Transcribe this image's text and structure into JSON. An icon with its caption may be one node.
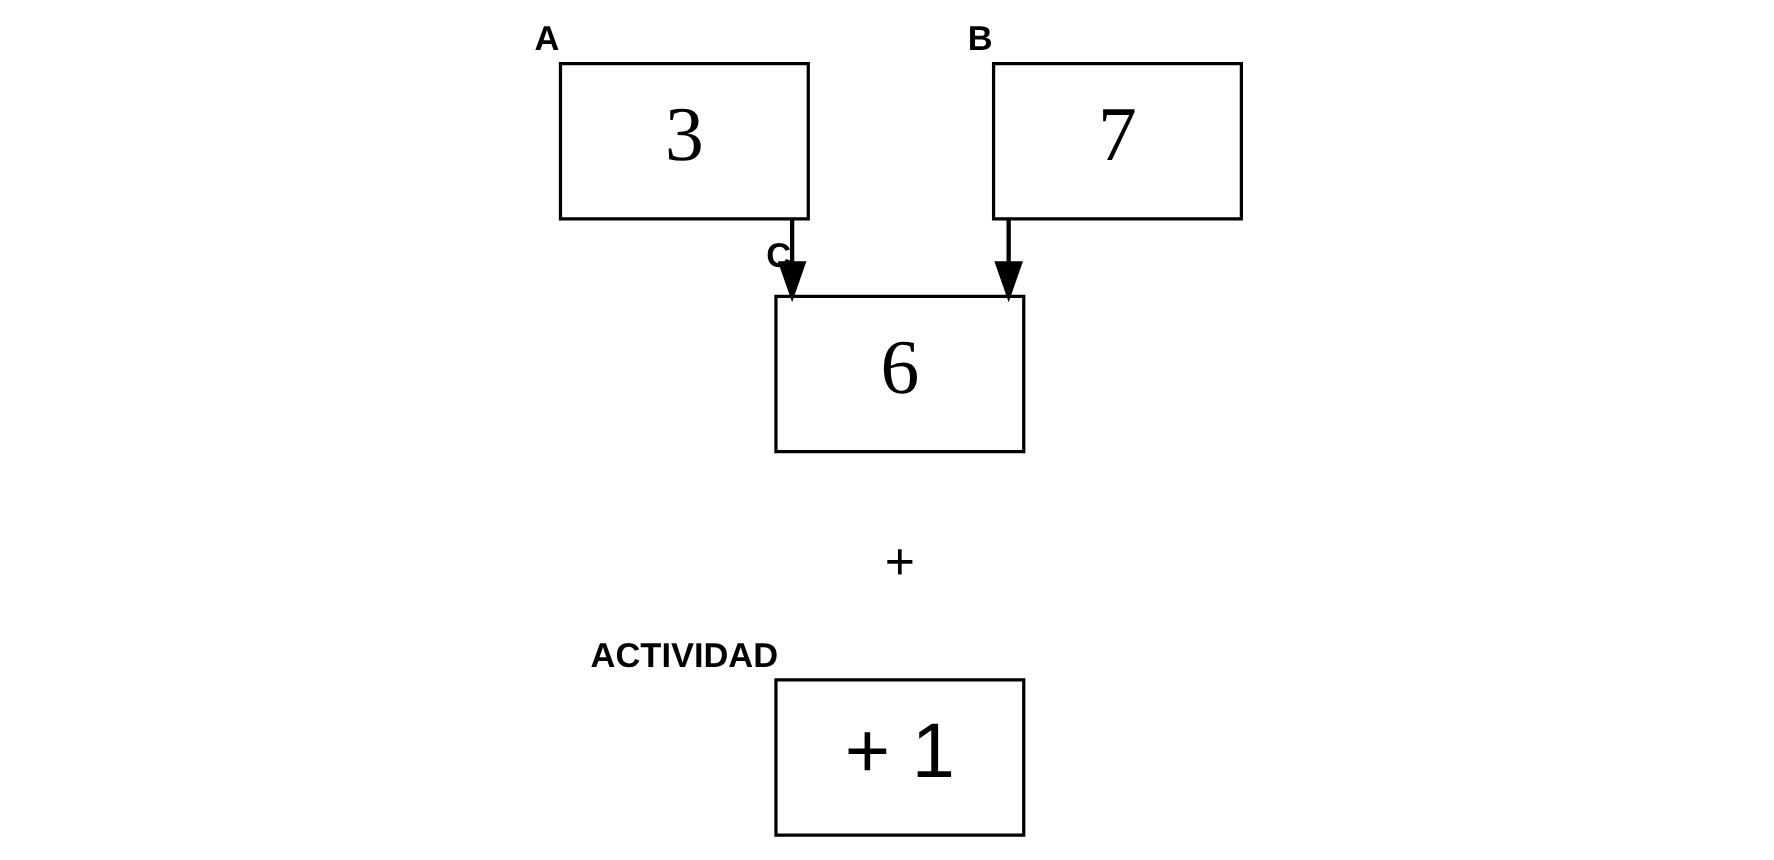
{
  "diagram": {
    "nodes": [
      {
        "text": [
          "3"
        ],
        "beside": [
          "A"
        ]
      },
      {
        "text": [
          "7"
        ],
        "beside": [
          "B"
        ]
      },
      {
        "text": [
          "6"
        ]
      },
      {
        "text": [
          "+ 1"
        ],
        "beside": [
          "ACTIVIDAD"
        ]
      }
    ],
    "edges": [
      {
        "from": 0,
        "to": 2,
        "arrow": "to",
        "label": "C"
      },
      {
        "from": 1,
        "to": 2,
        "arrow": "to"
      }
    ],
    "labels": [
      "+"
    ]
  }
}
